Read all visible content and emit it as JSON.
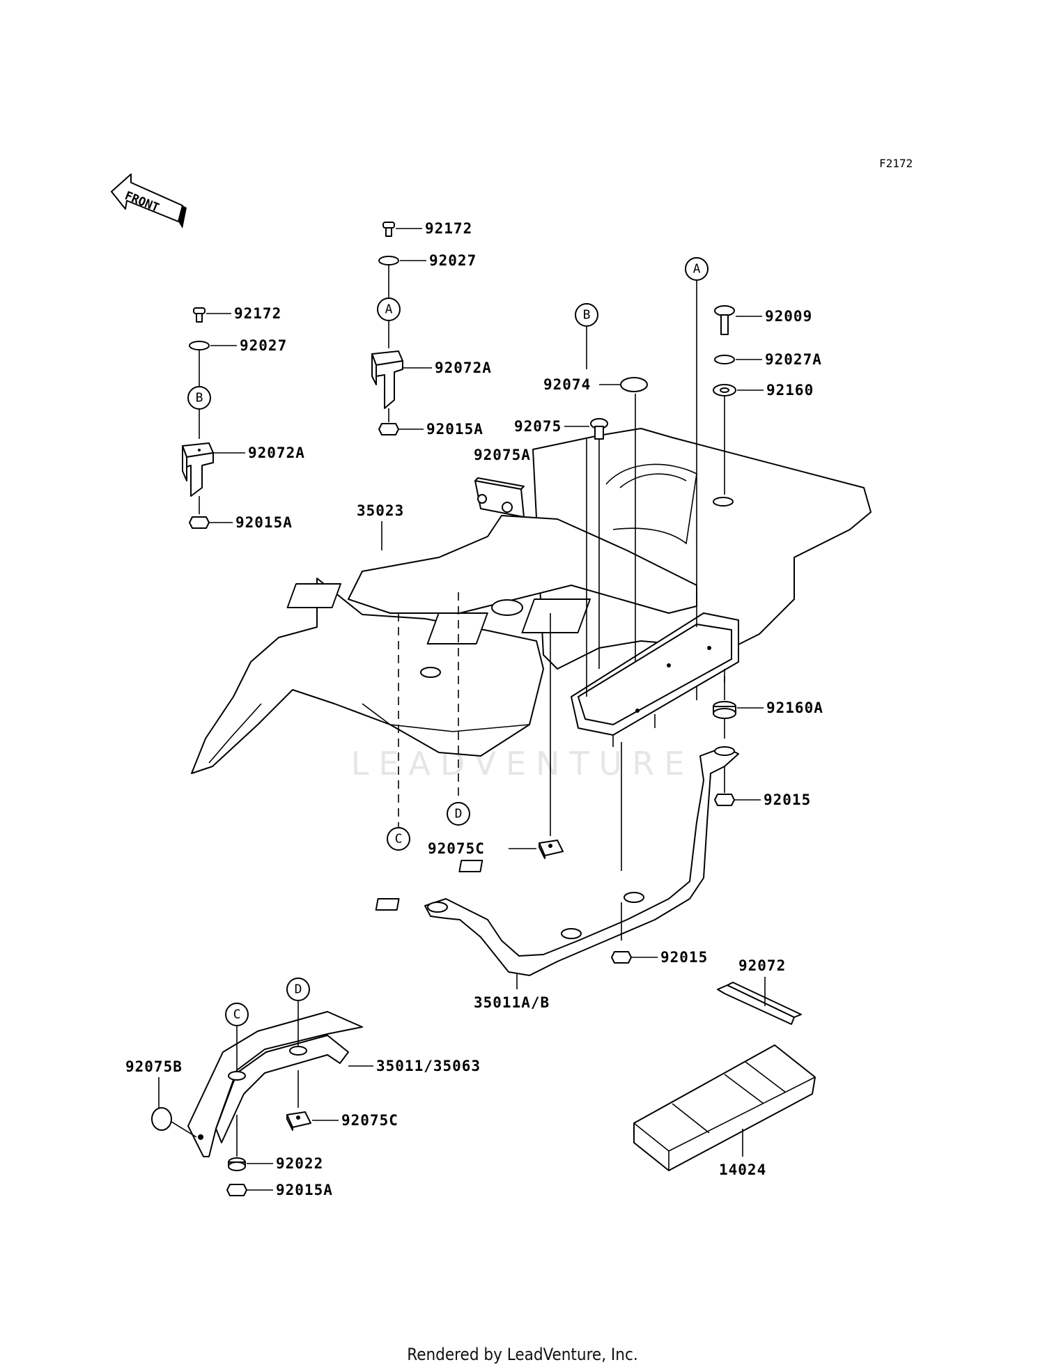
{
  "figure_code": "F2172",
  "front_label": "FRONT",
  "watermark": "LEADVENTURE",
  "footer": "Rendered by LeadVenture, Inc.",
  "labels": {
    "p92172_l": "92172",
    "p92027_l": "92027",
    "p92072A_l": "92072A",
    "p92015A_l": "92015A",
    "p92172_m": "92172",
    "p92027_m": "92027",
    "p92072A_m": "92072A",
    "p92015A_m": "92015A",
    "p35023": "35023",
    "p92075A": "92075A",
    "p92074": "92074",
    "p92075": "92075",
    "p92009": "92009",
    "p92027A": "92027A",
    "p92160": "92160",
    "p92160A": "92160A",
    "p92015_r": "92015",
    "p92075C_m": "92075C",
    "p92015_b": "92015",
    "p35011AB": "35011A/B",
    "p92072": "92072",
    "p14024": "14024",
    "p92075B": "92075B",
    "p35011_35063": "35011/35063",
    "p92075C_b": "92075C",
    "p92022": "92022",
    "p92015A_b": "92015A"
  },
  "callouts": {
    "A": "A",
    "B": "B",
    "C": "C",
    "D": "D"
  }
}
